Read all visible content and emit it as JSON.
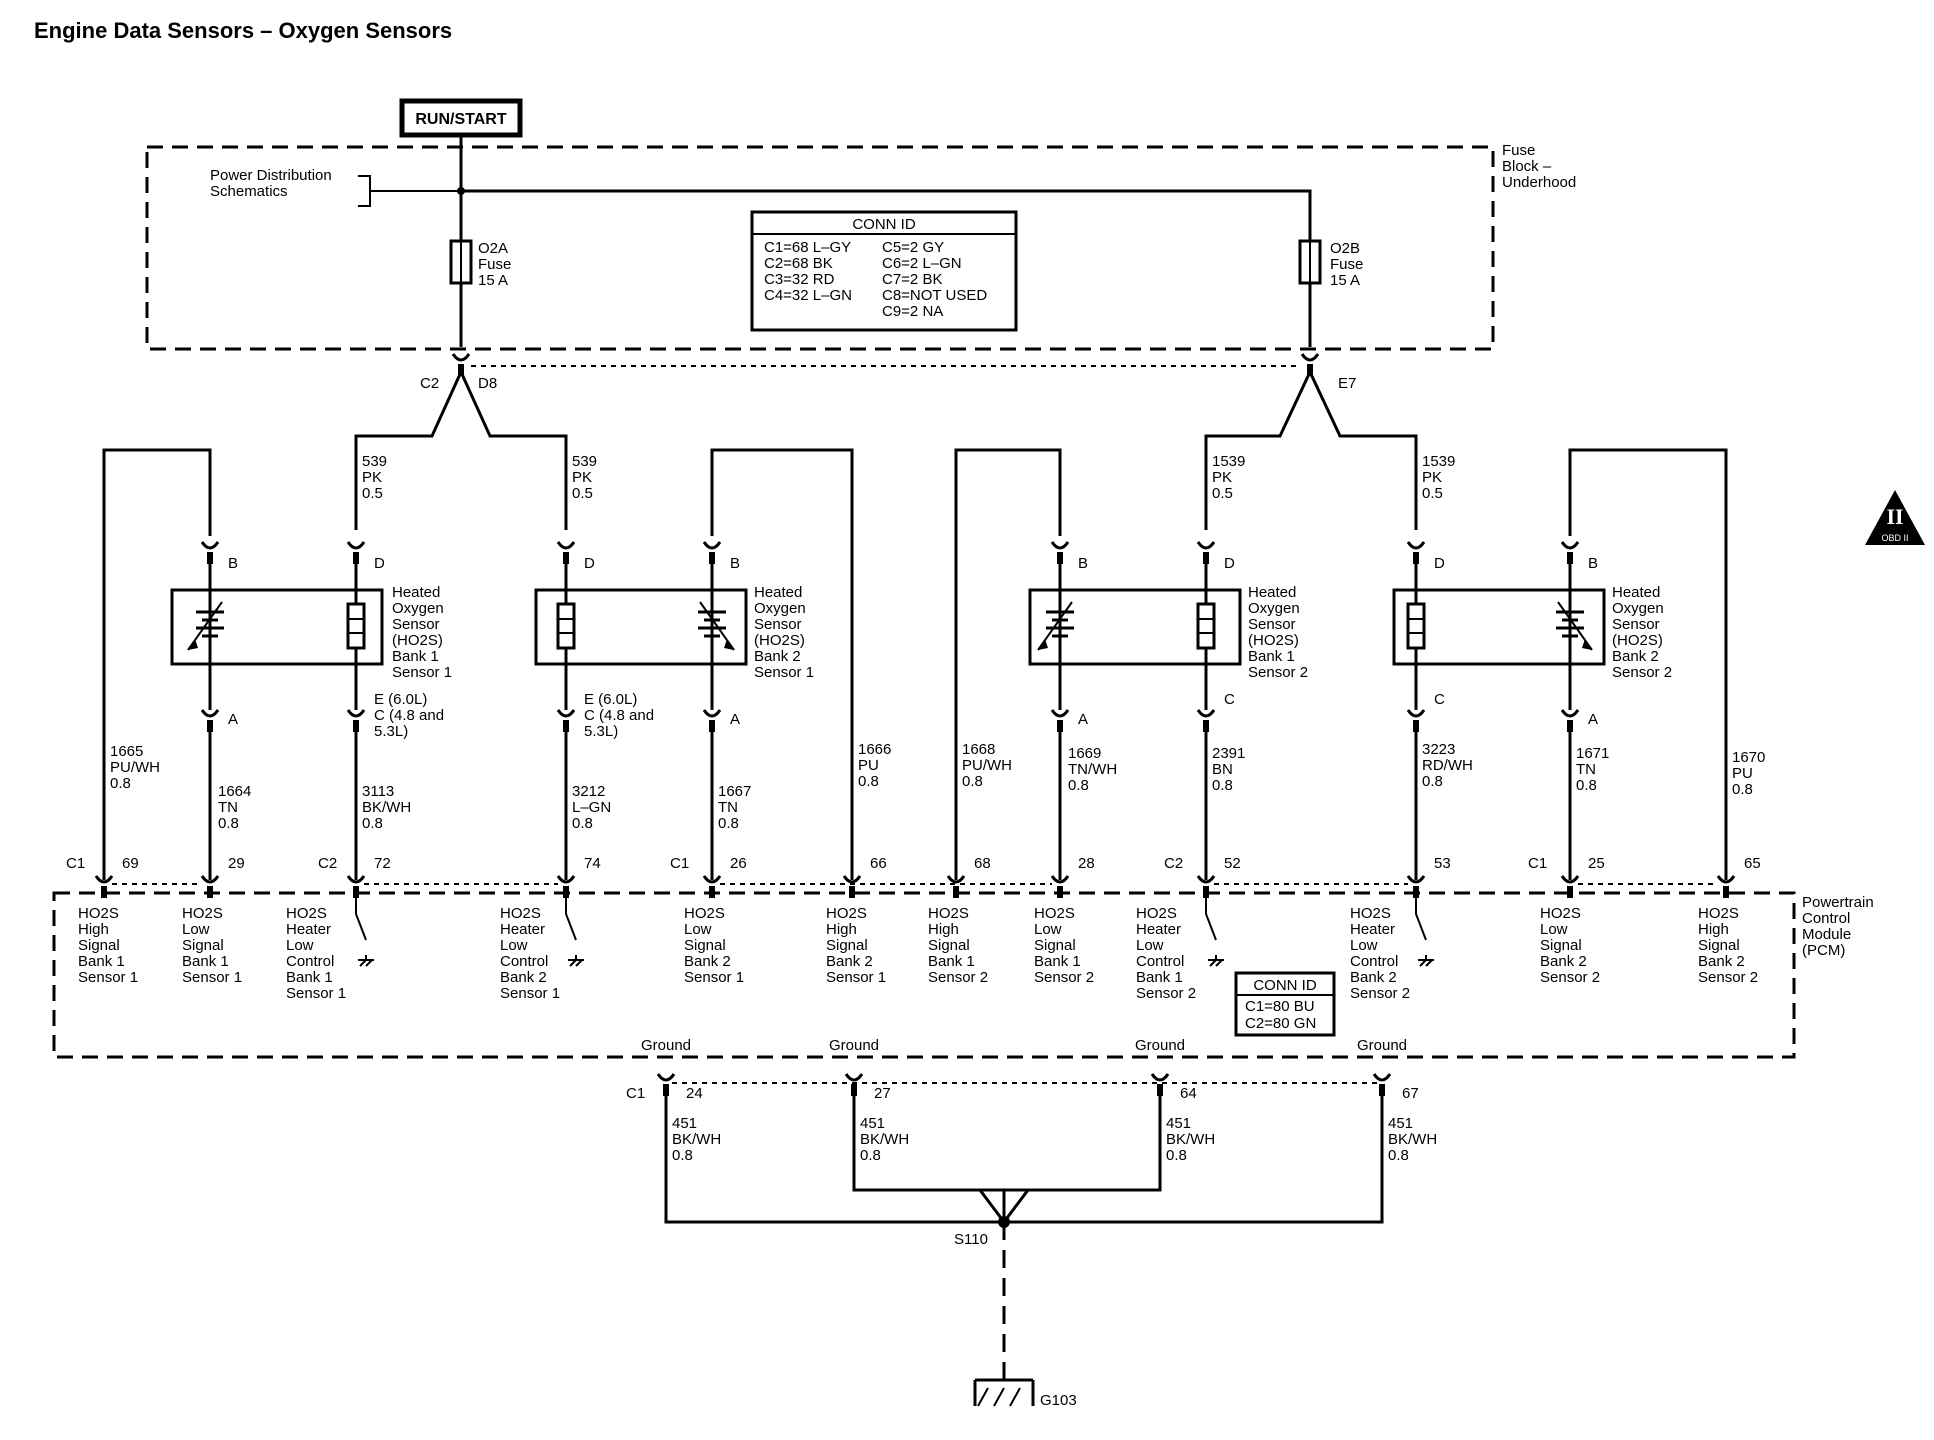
{
  "title": "Engine Data Sensors – Oxygen Sensors",
  "power": {
    "run_start": "RUN/START",
    "power_dist": [
      "Power Distribution",
      "Schematics"
    ],
    "fuse_block": [
      "Fuse",
      "Block –",
      "Underhood"
    ],
    "fuse_o2a": [
      "O2A",
      "Fuse",
      "15 A"
    ],
    "fuse_o2b": [
      "O2B",
      "Fuse",
      "15 A"
    ]
  },
  "conn_id_top": {
    "title": "CONN ID",
    "left": [
      "C1=68 L–GY",
      "C2=68 BK",
      "C3=32 RD",
      "C4=32 L–GN"
    ],
    "right": [
      "C5=2 GY",
      "C6=2 L–GN",
      "C7=2 BK",
      "C8=NOT USED",
      "C9=2 NA"
    ]
  },
  "fuse_terms": {
    "c2": "C2",
    "d8": "D8",
    "e7": "E7"
  },
  "feed_wires": [
    [
      "539",
      "PK",
      "0.5"
    ],
    [
      "539",
      "PK",
      "0.5"
    ],
    [
      "1539",
      "PK",
      "0.5"
    ],
    [
      "1539",
      "PK",
      "0.5"
    ]
  ],
  "pins": {
    "b": "B",
    "d": "D",
    "a": "A",
    "c": "C",
    "e": "E"
  },
  "sensors": [
    [
      "Heated",
      "Oxygen",
      "Sensor",
      "(HO2S)",
      "Bank 1",
      "Sensor 1"
    ],
    [
      "Heated",
      "Oxygen",
      "Sensor",
      "(HO2S)",
      "Bank 2",
      "Sensor 1"
    ],
    [
      "Heated",
      "Oxygen",
      "Sensor",
      "(HO2S)",
      "Bank 1",
      "Sensor 2"
    ],
    [
      "Heated",
      "Oxygen",
      "Sensor",
      "(HO2S)",
      "Bank 2",
      "Sensor 2"
    ]
  ],
  "heater_pin_notes": [
    [
      "E (6.0L)",
      "C (4.8 and",
      "5.3L)"
    ],
    [
      "E (6.0L)",
      "C (4.8 and",
      "5.3L)"
    ]
  ],
  "signal_wires": [
    [
      "1665",
      "PU/WH",
      "0.8"
    ],
    [
      "1664",
      "TN",
      "0.8"
    ],
    [
      "3113",
      "BK/WH",
      "0.8"
    ],
    [
      "3212",
      "L–GN",
      "0.8"
    ],
    [
      "1667",
      "TN",
      "0.8"
    ],
    [
      "1666",
      "PU",
      "0.8"
    ],
    [
      "1668",
      "PU/WH",
      "0.8"
    ],
    [
      "1669",
      "TN/WH",
      "0.8"
    ],
    [
      "2391",
      "BN",
      "0.8"
    ],
    [
      "3223",
      "RD/WH",
      "0.8"
    ],
    [
      "1671",
      "TN",
      "0.8"
    ],
    [
      "1670",
      "PU",
      "0.8"
    ]
  ],
  "pcm_connectors": [
    "C1",
    "C2",
    "C1",
    "C2",
    "C1"
  ],
  "pcm_pins": [
    "69",
    "29",
    "72",
    "74",
    "26",
    "66",
    "68",
    "28",
    "52",
    "53",
    "25",
    "65"
  ],
  "pcm_labels": [
    [
      "HO2S",
      "High",
      "Signal",
      "Bank 1",
      "Sensor 1"
    ],
    [
      "HO2S",
      "Low",
      "Signal",
      "Bank 1",
      "Sensor 1"
    ],
    [
      "HO2S",
      "Heater",
      "Low",
      "Control",
      "Bank 1",
      "Sensor 1"
    ],
    [
      "HO2S",
      "Heater",
      "Low",
      "Control",
      "Bank 2",
      "Sensor 1"
    ],
    [
      "HO2S",
      "Low",
      "Signal",
      "Bank 2",
      "Sensor 1"
    ],
    [
      "HO2S",
      "High",
      "Signal",
      "Bank 2",
      "Sensor 1"
    ],
    [
      "HO2S",
      "High",
      "Signal",
      "Bank 1",
      "Sensor 2"
    ],
    [
      "HO2S",
      "Low",
      "Signal",
      "Bank 1",
      "Sensor 2"
    ],
    [
      "HO2S",
      "Heater",
      "Low",
      "Control",
      "Bank 1",
      "Sensor 2"
    ],
    [
      "HO2S",
      "Heater",
      "Low",
      "Control",
      "Bank 2",
      "Sensor 2"
    ],
    [
      "HO2S",
      "Low",
      "Signal",
      "Bank 2",
      "Sensor 2"
    ],
    [
      "HO2S",
      "High",
      "Signal",
      "Bank 2",
      "Sensor 2"
    ]
  ],
  "pcm_name": [
    "Powertrain",
    "Control",
    "Module",
    "(PCM)"
  ],
  "conn_id_pcm": {
    "title": "CONN ID",
    "lines": [
      "C1=80 BU",
      "C2=80 GN"
    ]
  },
  "grounds": {
    "label": "Ground",
    "connector": "C1",
    "pins": [
      "24",
      "27",
      "64",
      "67"
    ],
    "wire": [
      "451",
      "BK/WH",
      "0.8"
    ],
    "splice": "S110",
    "ground_point": "G103"
  },
  "obd_badge": {
    "numeral": "II",
    "text": "OBD II"
  }
}
